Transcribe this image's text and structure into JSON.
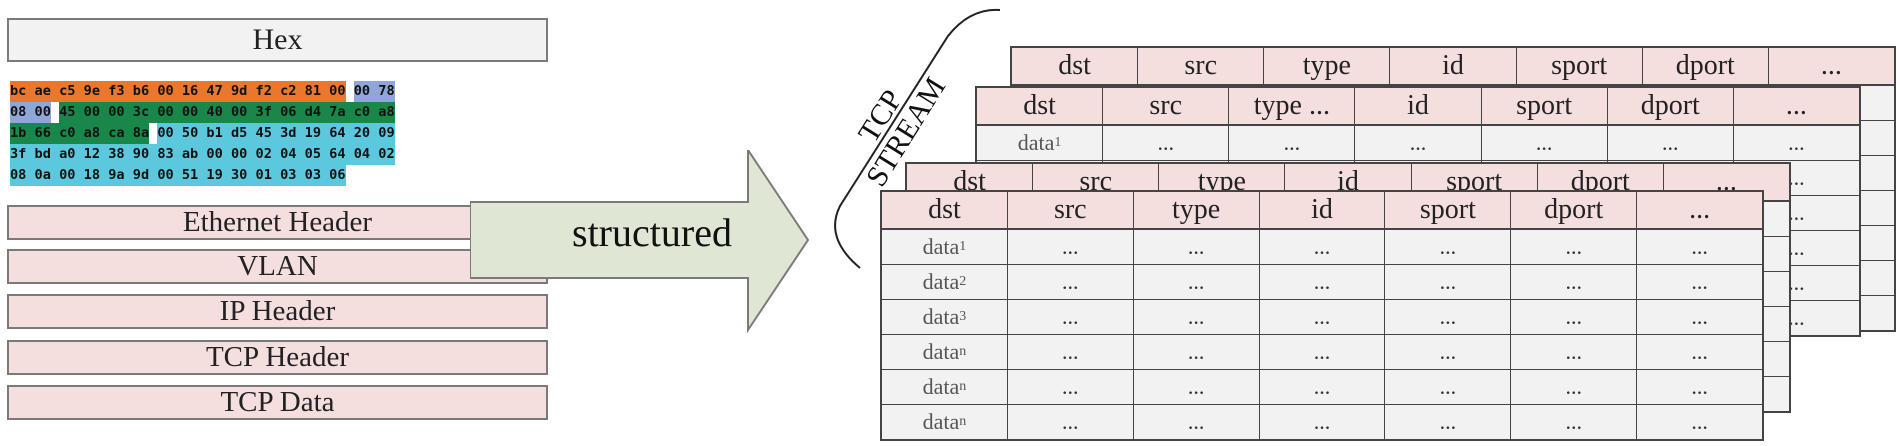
{
  "hex_panel": {
    "title": "Hex",
    "lines": [
      [
        [
          "bc ae c5 9e f3 b6 00 16 47 9d f2 c2 81 00",
          "or"
        ],
        [
          " ",
          "wh"
        ],
        [
          "00 78",
          "bl"
        ]
      ],
      [
        [
          "08 00",
          "bl"
        ],
        [
          " ",
          "wh"
        ],
        [
          "45 00 00 3c 00 00 40 00 3f 06 d4 7a c0 a8",
          "gr"
        ]
      ],
      [
        [
          "1b 66 c0 a8 ca 8a",
          "gr"
        ],
        [
          " ",
          "wh"
        ],
        [
          "00 50 b1 d5 45 3d 19 64 20 09",
          "cy"
        ]
      ],
      [
        [
          "3f bd a0 12 38 90 83 ab 00 00 02 04 05 64 04 02",
          "cy"
        ]
      ],
      [
        [
          "08 0a 00 18 9a 9d 00 51 19 30 01 03 03 06",
          "cy"
        ]
      ]
    ],
    "colors": {
      "or": "#e9772e",
      "bl": "#8ea6d8",
      "gr": "#19874a",
      "cy": "#5cc8dd"
    }
  },
  "layers": [
    "Ethernet Header",
    "VLAN",
    "IP Header",
    "TCP Header",
    "TCP Data"
  ],
  "arrow": {
    "label": "structured",
    "fill": "#dfe6d3"
  },
  "stream": {
    "label_line1": "TCP",
    "label_line2": "STREAM"
  },
  "columns": [
    "dst",
    "src",
    "type",
    "id",
    "sport",
    "dport",
    "..."
  ],
  "cell_placeholder": "...",
  "rows": [
    {
      "base": "data",
      "sub": "1"
    },
    {
      "base": "data",
      "sub": "2"
    },
    {
      "base": "data",
      "sub": "3"
    },
    {
      "base": "data",
      "sub": "n"
    },
    {
      "base": "data",
      "sub": "n"
    },
    {
      "base": "data",
      "sub": "n"
    }
  ],
  "back_table_columns": [
    "dst",
    "src",
    "type ...",
    "id",
    "sport",
    "dport",
    "..."
  ],
  "back_table_row1": {
    "base": "data",
    "sub": "1"
  }
}
